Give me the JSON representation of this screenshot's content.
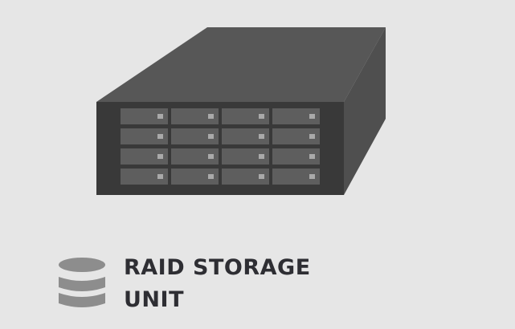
{
  "colors": {
    "background": "#e6e6e6",
    "chassis_top": "#575757",
    "chassis_side": "#4f4f4f",
    "front_panel": "#393939",
    "drive_bay": "#5e5e5e",
    "drive_led": "#a9a9a9",
    "icon": "#8d8d8d",
    "text": "#2e2e33"
  },
  "illustration": {
    "subject": "rack-mount storage server",
    "drive_bays": {
      "rows": 4,
      "columns": 4
    }
  },
  "caption": {
    "icon": "database-icon",
    "line1": "RAID STORAGE",
    "line2": "UNIT"
  }
}
